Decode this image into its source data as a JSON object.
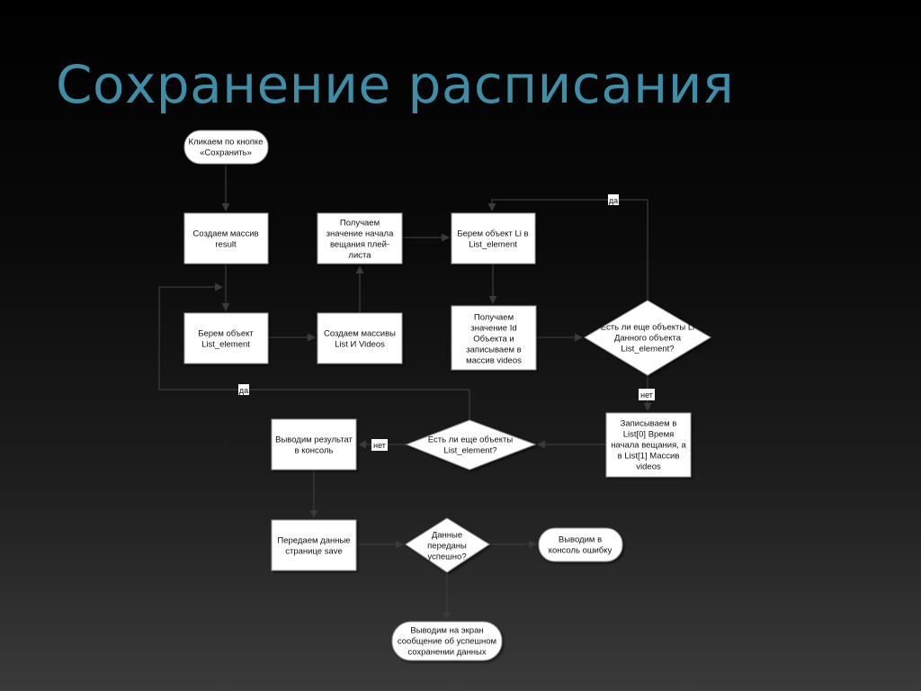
{
  "slide": {
    "title": "Сохранение расписания"
  },
  "nodes": {
    "start": [
      "Кликаем по кнопке",
      "«Сохранить»"
    ],
    "create_result": [
      "Создаем массив",
      "result"
    ],
    "take_list_element": [
      "Берем объект",
      "List_element"
    ],
    "create_list_videos": [
      "Создаем массивы",
      "List И Videos"
    ],
    "get_start_time": [
      "Получаем",
      "значение начала",
      "вещания плей-",
      "листа"
    ],
    "take_li": [
      "Берем объект Li в",
      "List_element"
    ],
    "get_id": [
      "Получаем",
      "значение Id",
      "Объекта и",
      "записываем в",
      "массив videos"
    ],
    "more_li_decision": [
      "Есть ли еще объекты Li",
      "Данного объекта",
      "List_element?"
    ],
    "write_list": [
      "Записываем в",
      "List[0] Время",
      "начала вещания, а",
      "в List[1] Массив",
      "videos"
    ],
    "more_objects_decision": [
      "Есть ли еще объекты",
      "List_element?"
    ],
    "output_result": [
      "Выводим результат",
      "в консоль"
    ],
    "send_data": [
      "Передаем данные",
      "странице save"
    ],
    "sent_ok_decision": [
      "Данные",
      "переданы",
      "успешно?"
    ],
    "error_output": [
      "Выводим в",
      "консоль ошибку"
    ],
    "success_message": [
      "Выводим на экран",
      "сообщение об успешном",
      "сохранении данных"
    ]
  },
  "edge_labels": {
    "yes_li": "да",
    "no_li": "нет",
    "yes_objects": "да",
    "no_objects": "нет"
  },
  "colors": {
    "title": "#3d8ea6",
    "node_fill": "#ffffff",
    "edge": "#3a3a3a"
  }
}
